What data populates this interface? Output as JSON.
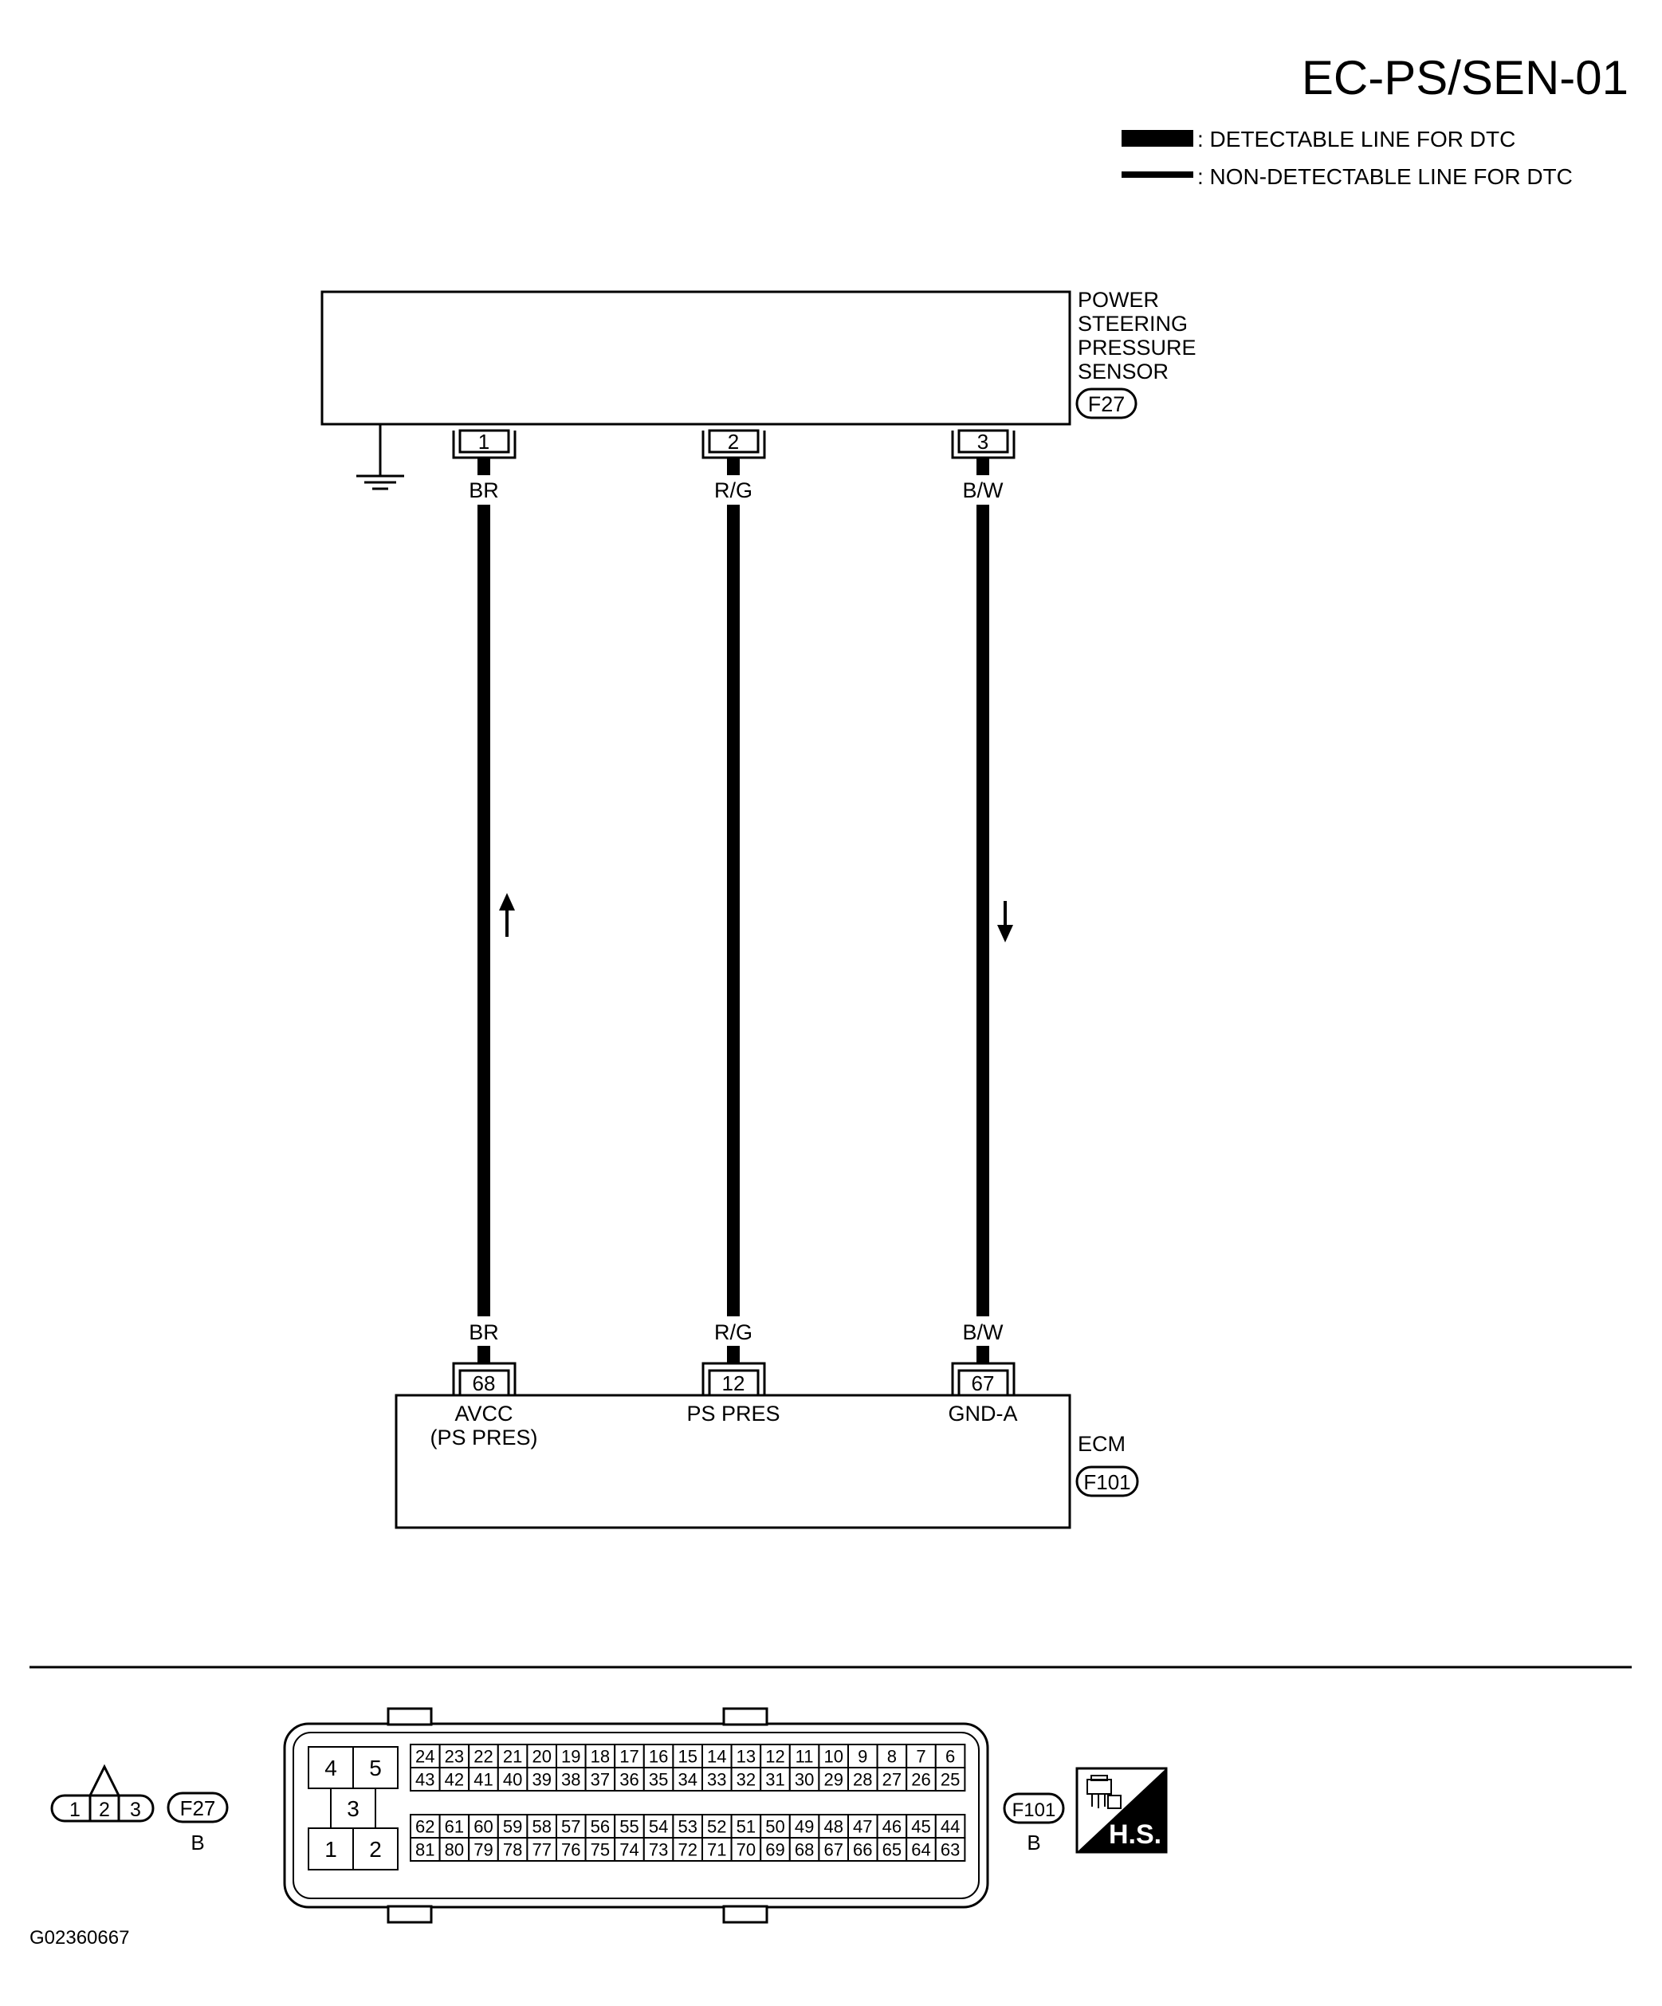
{
  "diagram_code": "EC-PS/SEN-01",
  "legend": {
    "detectable": ": DETECTABLE LINE FOR DTC",
    "non_detectable": ": NON-DETECTABLE LINE FOR DTC"
  },
  "sensor": {
    "name_lines": [
      "POWER",
      "STEERING",
      "PRESSURE",
      "SENSOR"
    ],
    "connector": "F27"
  },
  "ecm": {
    "name": "ECM",
    "connector": "F101"
  },
  "wires": [
    {
      "sensor_pin": "1",
      "color_top": "BR",
      "color_bottom": "BR",
      "ecm_pin": "68",
      "ecm_label_lines": [
        "AVCC",
        "(PS PRES)"
      ],
      "arrow": "up"
    },
    {
      "sensor_pin": "2",
      "color_top": "R/G",
      "color_bottom": "R/G",
      "ecm_pin": "12",
      "ecm_label_lines": [
        "PS PRES"
      ],
      "arrow": "none"
    },
    {
      "sensor_pin": "3",
      "color_top": "B/W",
      "color_bottom": "B/W",
      "ecm_pin": "67",
      "ecm_label_lines": [
        "GND-A"
      ],
      "arrow": "down"
    }
  ],
  "connector_views": {
    "f27": {
      "pins": [
        "1",
        "2",
        "3"
      ],
      "tag": "F27",
      "color": "B"
    },
    "f101": {
      "tag": "F101",
      "color": "B",
      "power_pins": [
        "4",
        "5",
        "3",
        "1",
        "2"
      ],
      "row1": [
        "24",
        "23",
        "22",
        "21",
        "20",
        "19",
        "18",
        "17",
        "16",
        "15",
        "14",
        "13",
        "12",
        "11",
        "10",
        "9",
        "8",
        "7",
        "6"
      ],
      "row2": [
        "43",
        "42",
        "41",
        "40",
        "39",
        "38",
        "37",
        "36",
        "35",
        "34",
        "33",
        "32",
        "31",
        "30",
        "29",
        "28",
        "27",
        "26",
        "25"
      ],
      "row3": [
        "62",
        "61",
        "60",
        "59",
        "58",
        "57",
        "56",
        "55",
        "54",
        "53",
        "52",
        "51",
        "50",
        "49",
        "48",
        "47",
        "46",
        "45",
        "44"
      ],
      "row4": [
        "81",
        "80",
        "79",
        "78",
        "77",
        "76",
        "75",
        "74",
        "73",
        "72",
        "71",
        "70",
        "69",
        "68",
        "67",
        "66",
        "65",
        "64",
        "63"
      ]
    },
    "hs_label": "H.S."
  },
  "footer_code": "G02360667"
}
